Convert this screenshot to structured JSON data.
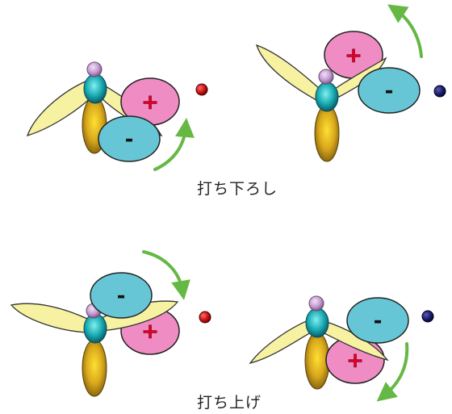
{
  "captions": {
    "downstroke": "打ち下ろし",
    "upstroke": "打ち上げ"
  },
  "charges": {
    "positive": "+",
    "negative": "-"
  },
  "colors": {
    "positive_lobe": "#f08cc4",
    "positive_sign": "#e0002a",
    "negative_lobe": "#66c6d6",
    "negative_sign": "#111111",
    "wing": "#f6f2a2",
    "thorax": "#1aa8b0",
    "abdomen": "#c99a18",
    "head": "#c49ad0",
    "arrow": "#66b845",
    "red_particle": "#cc1111",
    "blue_particle": "#1a1a6e"
  },
  "panels": [
    {
      "stroke": "downstroke",
      "rotation": "counterclockwise",
      "particle": "red_particle"
    },
    {
      "stroke": "downstroke",
      "rotation": "counterclockwise",
      "particle": "blue_particle"
    },
    {
      "stroke": "upstroke",
      "rotation": "clockwise",
      "particle": "red_particle"
    },
    {
      "stroke": "upstroke",
      "rotation": "clockwise",
      "particle": "blue_particle"
    }
  ]
}
